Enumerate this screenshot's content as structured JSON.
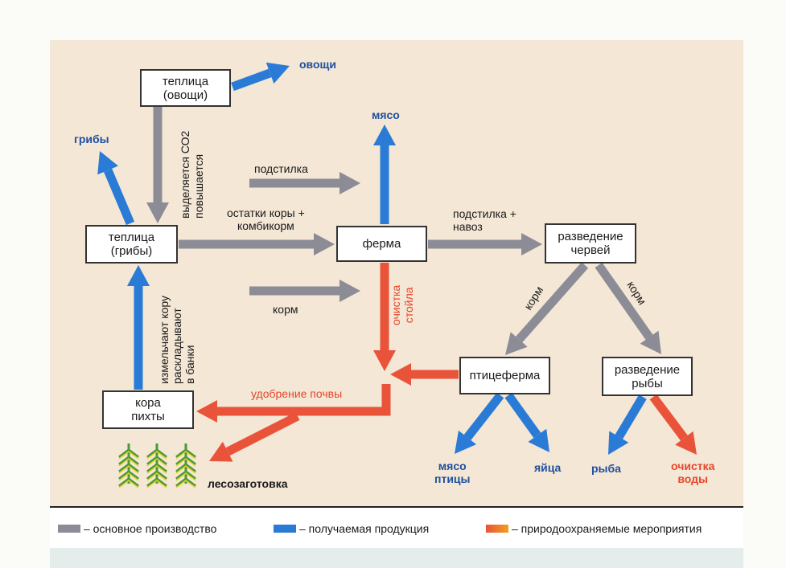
{
  "colors": {
    "main_production": "#8c8c96",
    "products": "#2a7bd6",
    "environmental": "#e9533a",
    "fir": "#4a9a38"
  },
  "nodes": {
    "greenhouse_vegetables": "теплица\n(овощи)",
    "greenhouse_mushrooms": "теплица\n(грибы)",
    "farm": "ферма",
    "worm_breeding": "разведение\nчервей",
    "poultry_farm": "птицеферма",
    "fish_breeding": "разведение\nрыбы",
    "fir_bark": "кора\nпихты"
  },
  "labels": {
    "vegetables": "овощи",
    "mushrooms": "грибы",
    "meat": "мясо",
    "co2": "выделяется СО2\nповышается",
    "bedding": "подстилка",
    "bark_feed": "остатки коры +\nкомбикорм",
    "bedding_manure": "подстилка +\nнавоз",
    "feed": "корм",
    "feed_left": "корм",
    "feed_right": "корм",
    "stall_cleaning": "очистка\nстойла",
    "bark_process": "измельчают кору\nраскладывают\nв банки",
    "soil_fertilizer": "удобрение почвы",
    "logging": "лесозаготовка",
    "poultry_meat": "мясо\nптицы",
    "eggs": "яйца",
    "fish": "рыба",
    "water_cleaning": "очистка\nводы"
  },
  "legend": {
    "main": "– основное производство",
    "products": "– получаемая продукция",
    "environmental": "– природоохраняемые мероприятия"
  }
}
